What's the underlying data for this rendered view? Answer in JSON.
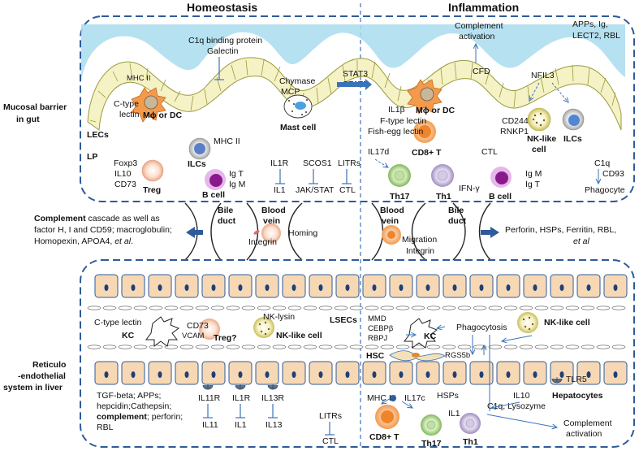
{
  "headers": {
    "homeostasis": "Homeostasis",
    "inflammation": "Inflammation"
  },
  "side_labels": {
    "mucosal_1": "Mucosal barrier",
    "mucosal_2": "in gut",
    "retic_1": "Reticulo",
    "retic_2": "-endothelial",
    "retic_3": "system in liver"
  },
  "gut_homeostasis": {
    "c1q_binding": "C1q binding protein",
    "galectin": "Galectin",
    "mhc2_top": "MHC II",
    "ctype_lectin_1": "C-type",
    "ctype_lectin_2": "lectin",
    "mphi_dc": "Mϕ or DC",
    "lecs": "LECs",
    "chymase": "Chymase",
    "mcp": "MCP",
    "mast_cell": "Mast cell",
    "stat3": "STAT3",
    "stat5": "STAT5",
    "mhc2_ilc": "MHC II",
    "ilcs": "ILCs",
    "lp": "LP",
    "foxp3": "Foxp3",
    "il10": "IL10",
    "cd73": "CD73",
    "treg": "Treg",
    "igt": "Ig T",
    "igm": "Ig M",
    "b_cell": "B cell",
    "il1r": "IL1R",
    "il1": "IL1",
    "scos1": "SCOS1",
    "jak_stat": "JAK/STAT",
    "litrs": "LITRs",
    "ctl": "CTL"
  },
  "gut_inflammation": {
    "complement_activation_1": "Complement",
    "complement_activation_2": "activation",
    "cfd": "CFD",
    "apps_1": "APPs, Ig,",
    "apps_2": "LECT2, RBL",
    "nfil3": "NFIL3",
    "il1b": "IL1β",
    "mphi_dc": "Mϕ or DC",
    "ftype": "F-type lectin",
    "fishegg": "Fish-egg lectin",
    "cd244": "CD244",
    "rnkp1": "RNKP1",
    "nk_like_1": "NK-like",
    "nk_like_2": "cell",
    "ilcs": "ILCs",
    "il17d": "IL17d",
    "cd8t": "CD8+ T",
    "ctl": "CTL",
    "th17": "Th17",
    "th1": "Th1",
    "ifng": "IFN-γ",
    "b_cell": "B cell",
    "igm": "Ig M",
    "igt": "Ig T",
    "c1q": "C1q",
    "cd93": "CD93",
    "phagocyte": "Phagocyte"
  },
  "middle": {
    "complement_bold": "Complement",
    "complement_line1_rest": " cascade as well as",
    "complement_line2": "factor H, I and CD59; macroglobulin;",
    "complement_line3_a": "Homopexin, APOA4, ",
    "complement_line3_b": "et al",
    "complement_line3_c": ".",
    "bile_duct_left_1": "Bile",
    "bile_duct_left_2": "duct",
    "blood_vein_left_1": "Blood",
    "blood_vein_left_2": "vein",
    "homing": "Homing",
    "integrin_left": "Integrin",
    "blood_vein_right_1": "Blood",
    "blood_vein_right_2": "vein",
    "migration": "Migration",
    "integrin_right": "Integrin",
    "bile_duct_right_1": "Bile",
    "bile_duct_right_2": "duct",
    "perforin_line1": "Perforin, HSPs, Ferritin, RBL,",
    "perforin_line2": "et al"
  },
  "liver_homeostasis": {
    "ctype_lectin": "C-type lectin",
    "kc": "KC",
    "vcam": "VCAM",
    "cd73": "CD73",
    "treg": "Treg?",
    "nk_lysin": "NK-lysin",
    "nk_like": "NK-like cell",
    "lsecs": "LSECs",
    "tgf_1": "TGF-beta; APPs;",
    "tgf_2": "hepcidin;Cathepsin;",
    "tgf_3_bold": "complement",
    "tgf_3_rest": "; perforin;",
    "tgf_4": "RBL",
    "il11r": "IL11R",
    "il11": "IL11",
    "il1r": "IL1R",
    "il1": "IL1",
    "il13r": "IL13R",
    "il13": "IL13",
    "litrs": "LITRs",
    "ctl": "CTL"
  },
  "liver_inflammation": {
    "mmd": "MMD",
    "cebpb": "CEBPβ",
    "rbpj": "RBPJ",
    "kc": "KC",
    "phagocytosis": "Phagocytosis",
    "nk_like": "NK-like cell",
    "hsc": "HSC",
    "rgs5b": "RGS5b",
    "tlr5": "TLR5",
    "hepatocytes": "Hepatocytes",
    "mhc1": "MHC I",
    "il17c": "IL17c",
    "hsps": "HSPs",
    "il1": "IL1",
    "il10": "IL10",
    "cd8t": "CD8+ T",
    "th17": "Th17",
    "th1": "Th1",
    "c1q_lysozyme": "C1q, Lysozyme",
    "complement_1": "Complement",
    "complement_2": "activation"
  },
  "colors": {
    "box_border": "#2e5b9a",
    "mucus": "#a9dcef",
    "lec_fill": "#f5f2c6",
    "lec_stroke": "#9a9a3a",
    "hep_fill": "#f7d8b4",
    "hep_stroke": "#2e5b9a",
    "nucleus": "#1f3f78",
    "arrow": "#3b73b9"
  }
}
